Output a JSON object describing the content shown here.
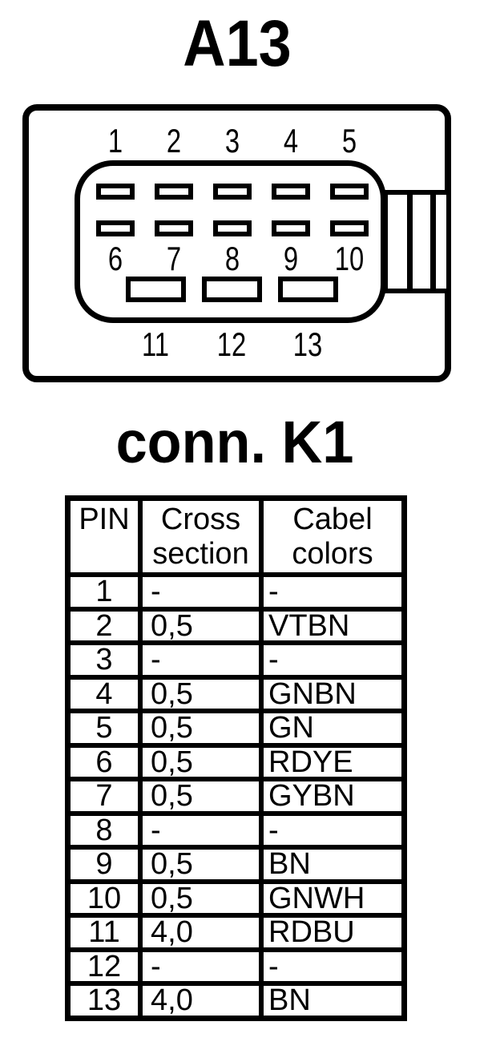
{
  "page": {
    "title": "A13",
    "subtitle": "conn. K1"
  },
  "connector": {
    "row1_pins": [
      "1",
      "2",
      "3",
      "4",
      "5"
    ],
    "row2_pins": [
      "6",
      "7",
      "8",
      "9",
      "10"
    ],
    "row3_pins": [
      "11",
      "12",
      "13"
    ]
  },
  "table": {
    "headers": [
      "PIN",
      "Cross\nsection",
      "Cabel\ncolors"
    ],
    "rows": [
      {
        "pin": "1",
        "cross": "-",
        "color": "-"
      },
      {
        "pin": "2",
        "cross": "0,5",
        "color": "VTBN"
      },
      {
        "pin": "3",
        "cross": "-",
        "color": "-"
      },
      {
        "pin": "4",
        "cross": "0,5",
        "color": "GNBN"
      },
      {
        "pin": "5",
        "cross": "0,5",
        "color": "GN"
      },
      {
        "pin": "6",
        "cross": "0,5",
        "color": "RDYE"
      },
      {
        "pin": "7",
        "cross": "0,5",
        "color": "GYBN"
      },
      {
        "pin": "8",
        "cross": "-",
        "color": "-"
      },
      {
        "pin": "9",
        "cross": "0,5",
        "color": "BN"
      },
      {
        "pin": "10",
        "cross": "0,5",
        "color": "GNWH"
      },
      {
        "pin": "11",
        "cross": "4,0",
        "color": "RDBU"
      },
      {
        "pin": "12",
        "cross": "-",
        "color": "-"
      },
      {
        "pin": "13",
        "cross": "4,0",
        "color": "BN"
      }
    ]
  },
  "colors": {
    "ink": "#000000",
    "background": "#ffffff"
  }
}
